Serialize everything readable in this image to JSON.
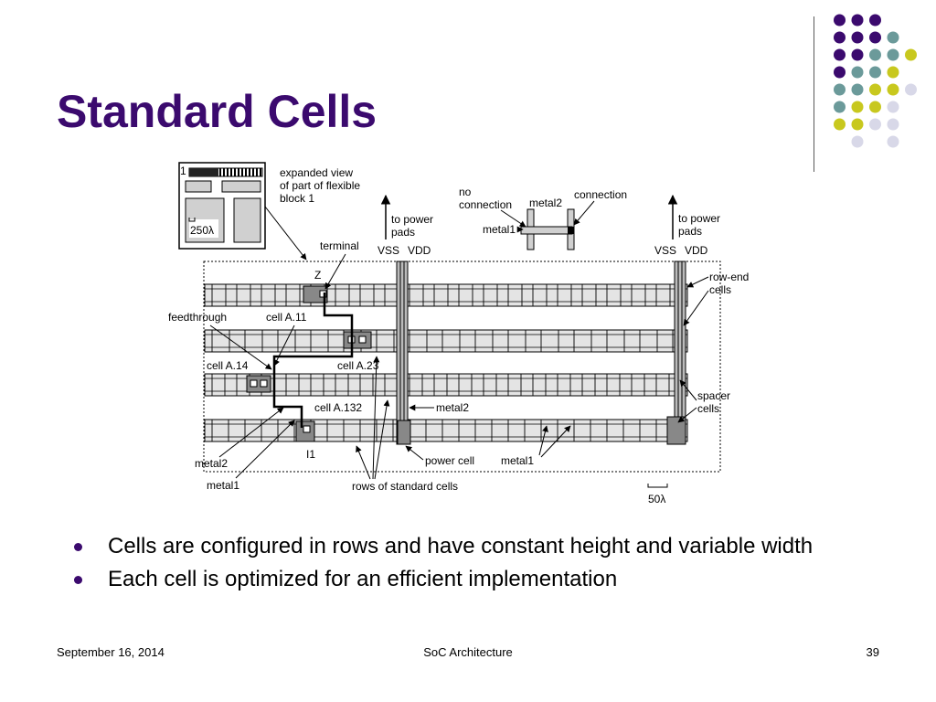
{
  "slide": {
    "title": "Standard Cells",
    "bullets": [
      "Cells are configured in rows and have constant height and variable width",
      "Each cell is optimized for an efficient implementation"
    ]
  },
  "footer": {
    "date": "September 16, 2014",
    "center": "SoC Architecture",
    "page": "39"
  },
  "diagram": {
    "inset_number": "1",
    "inset_scale": "250λ",
    "expanded_view": [
      "expanded view",
      "of part of flexible",
      "block 1"
    ],
    "to_power_pads": [
      "to power",
      "pads"
    ],
    "no_connection": [
      "no",
      "connection"
    ],
    "metal2": "metal2",
    "connection": "connection",
    "metal1": "metal1",
    "terminal": "terminal",
    "vss": "VSS",
    "vdd": "VDD",
    "z": "Z",
    "row_end_cells": [
      "row-end",
      "cells"
    ],
    "feedthrough": "feedthrough",
    "cell_a11": "cell A.11",
    "cell_a14": "cell A.14",
    "cell_a23": "cell A.23",
    "cell_a132": "cell A.132",
    "spacer_cells": [
      "spacer",
      "cells"
    ],
    "i1": "I1",
    "power_cell": "power cell",
    "rows_of_standard_cells": "rows of standard cells",
    "scale_50": "50λ"
  },
  "colors": {
    "title": "#3b0a6e",
    "purple": "#3b0a6e",
    "teal": "#6b9a9a",
    "yellow": "#c8c81e",
    "lavender": "#d8d8e8"
  }
}
